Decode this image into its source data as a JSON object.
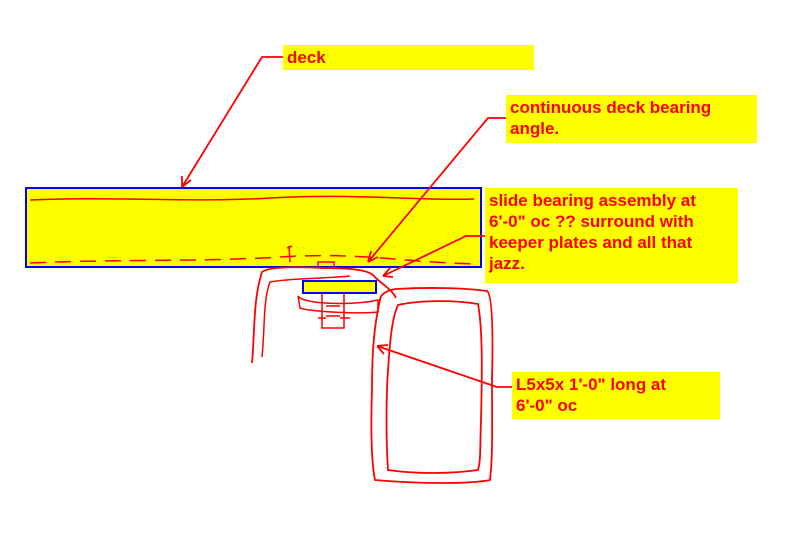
{
  "colors": {
    "ink": "#ff0000",
    "fill": "#ffff00",
    "outline": "#0000ff",
    "background": "#ffffff"
  },
  "callouts": {
    "deck": {
      "lines": [
        "deck"
      ]
    },
    "bearing_angle": {
      "lines": [
        "continuous deck bearing",
        "angle."
      ]
    },
    "slide_bearing": {
      "lines": [
        "slide bearing assembly at",
        "6'-0\" oc ??  surround with",
        "keeper plates and all that",
        "jazz."
      ]
    },
    "angle_clip": {
      "lines": [
        "L5x5x 1'-0\" long at",
        "6'-0\" oc"
      ]
    }
  }
}
